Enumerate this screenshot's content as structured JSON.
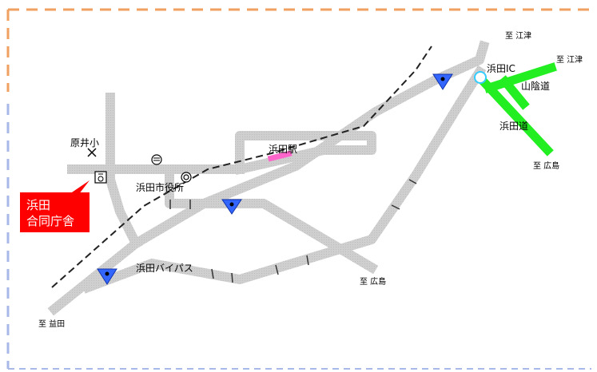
{
  "map": {
    "colors": {
      "border_top": "#f0a060",
      "border_left_top": "#f0a060",
      "border_left_bottom": "#a8b8e8",
      "border_bottom": "#a8b8e8",
      "road": "#c8c8c8",
      "expressway": "#22ee22",
      "callout_bg": "#ff0000",
      "station_marker": "#ff66cc",
      "gas_station_icon": "#3366ff"
    },
    "labels": {
      "to_gotsu_top": "至 江津",
      "to_gotsu_right": "至 江津",
      "hamada_ic": "浜田IC",
      "sanin_expressway": "山陰道",
      "hamada_expressway": "浜田道",
      "to_hiroshima_right": "至 広島",
      "hamada_station": "浜田駅",
      "harai_elementary": "原井小",
      "city_hall": "浜田市役所",
      "to_hiroshima_bottom": "至 広島",
      "bypass": "浜田バイパス",
      "to_masuda": "至 益田"
    },
    "callout": {
      "line1": "浜田",
      "line2": "合同庁舎"
    },
    "icons": {
      "school": "school-icon",
      "post_office": "post-office-icon",
      "city_hall": "city-hall-icon",
      "government_office": "government-office-icon",
      "gas_station": "gas-station-icon",
      "interchange": "interchange-icon"
    }
  }
}
